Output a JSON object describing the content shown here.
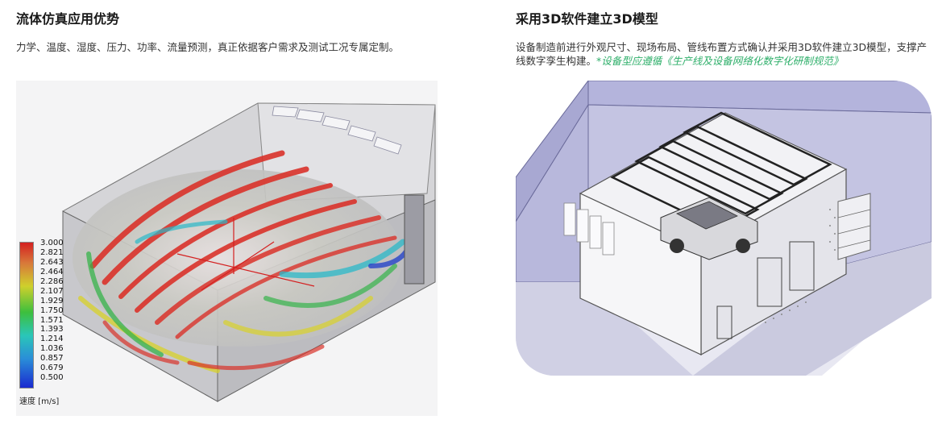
{
  "left": {
    "title": "流体仿真应用优势",
    "desc": "力学、温度、湿度、压力、功率、流量预测，真正依据客户需求及测试工况专属定制。",
    "legend": {
      "values": [
        "3.000",
        "2.821",
        "2.643",
        "2.464",
        "2.286",
        "2.107",
        "1.929",
        "1.750",
        "1.571",
        "1.393",
        "1.214",
        "1.036",
        "0.857",
        "0.679",
        "0.500"
      ],
      "unit": "速度 [m/s]"
    }
  },
  "right": {
    "title": "采用3D软件建立3D模型",
    "desc": "设备制造前进行外观尺寸、现场布局、管线布置方式确认并采用3D软件建立3D模型，支撑产线数字孪生构建。",
    "desc_accent": "*设备型应遵循《生产线及设备网络化数字化研制规范》"
  },
  "colors": {
    "accent_green": "#2eaf6a",
    "flow_red": "#d9322a",
    "flow_yellow": "#d8d22a",
    "flow_green": "#35b34a",
    "flow_cyan": "#2ab8c8",
    "flow_blue": "#2543c8",
    "model_wall": "#b8b8dc"
  }
}
